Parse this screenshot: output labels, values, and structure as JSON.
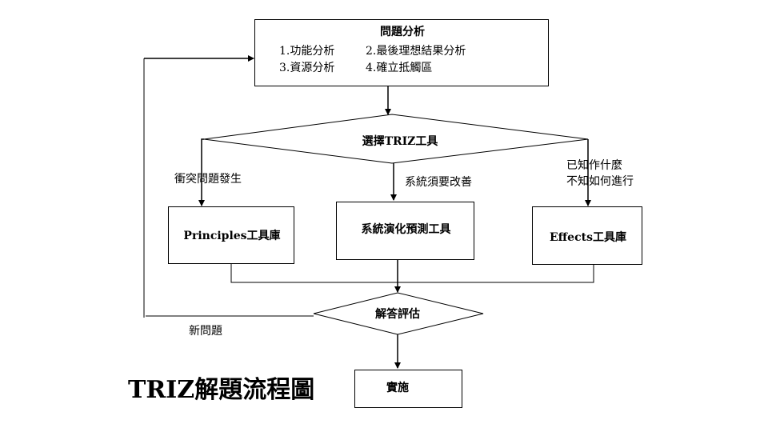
{
  "problem_box": {
    "title": "問題分析",
    "line1_a": "1.功能分析",
    "line1_b": "2.最後理想結果分析",
    "line2_a": "3.資源分析",
    "line2_b": "4.確立抵觸區"
  },
  "decision_select": {
    "label": "選擇TRIZ工具"
  },
  "branches": {
    "left_label": "衝突問題發生",
    "middle_label": "系統須要改善",
    "right_label_line1": "已知作什麼",
    "right_label_line2": "不知如何進行"
  },
  "tools": {
    "principles": "Principles工具庫",
    "evolution": "系統演化預測工具",
    "effects": "Effects工具庫"
  },
  "decision_evaluate": {
    "label": "解答評估"
  },
  "feedback_label": "新問題",
  "implement_box": {
    "label": "實施"
  },
  "caption": "TRIZ解題流程圖"
}
